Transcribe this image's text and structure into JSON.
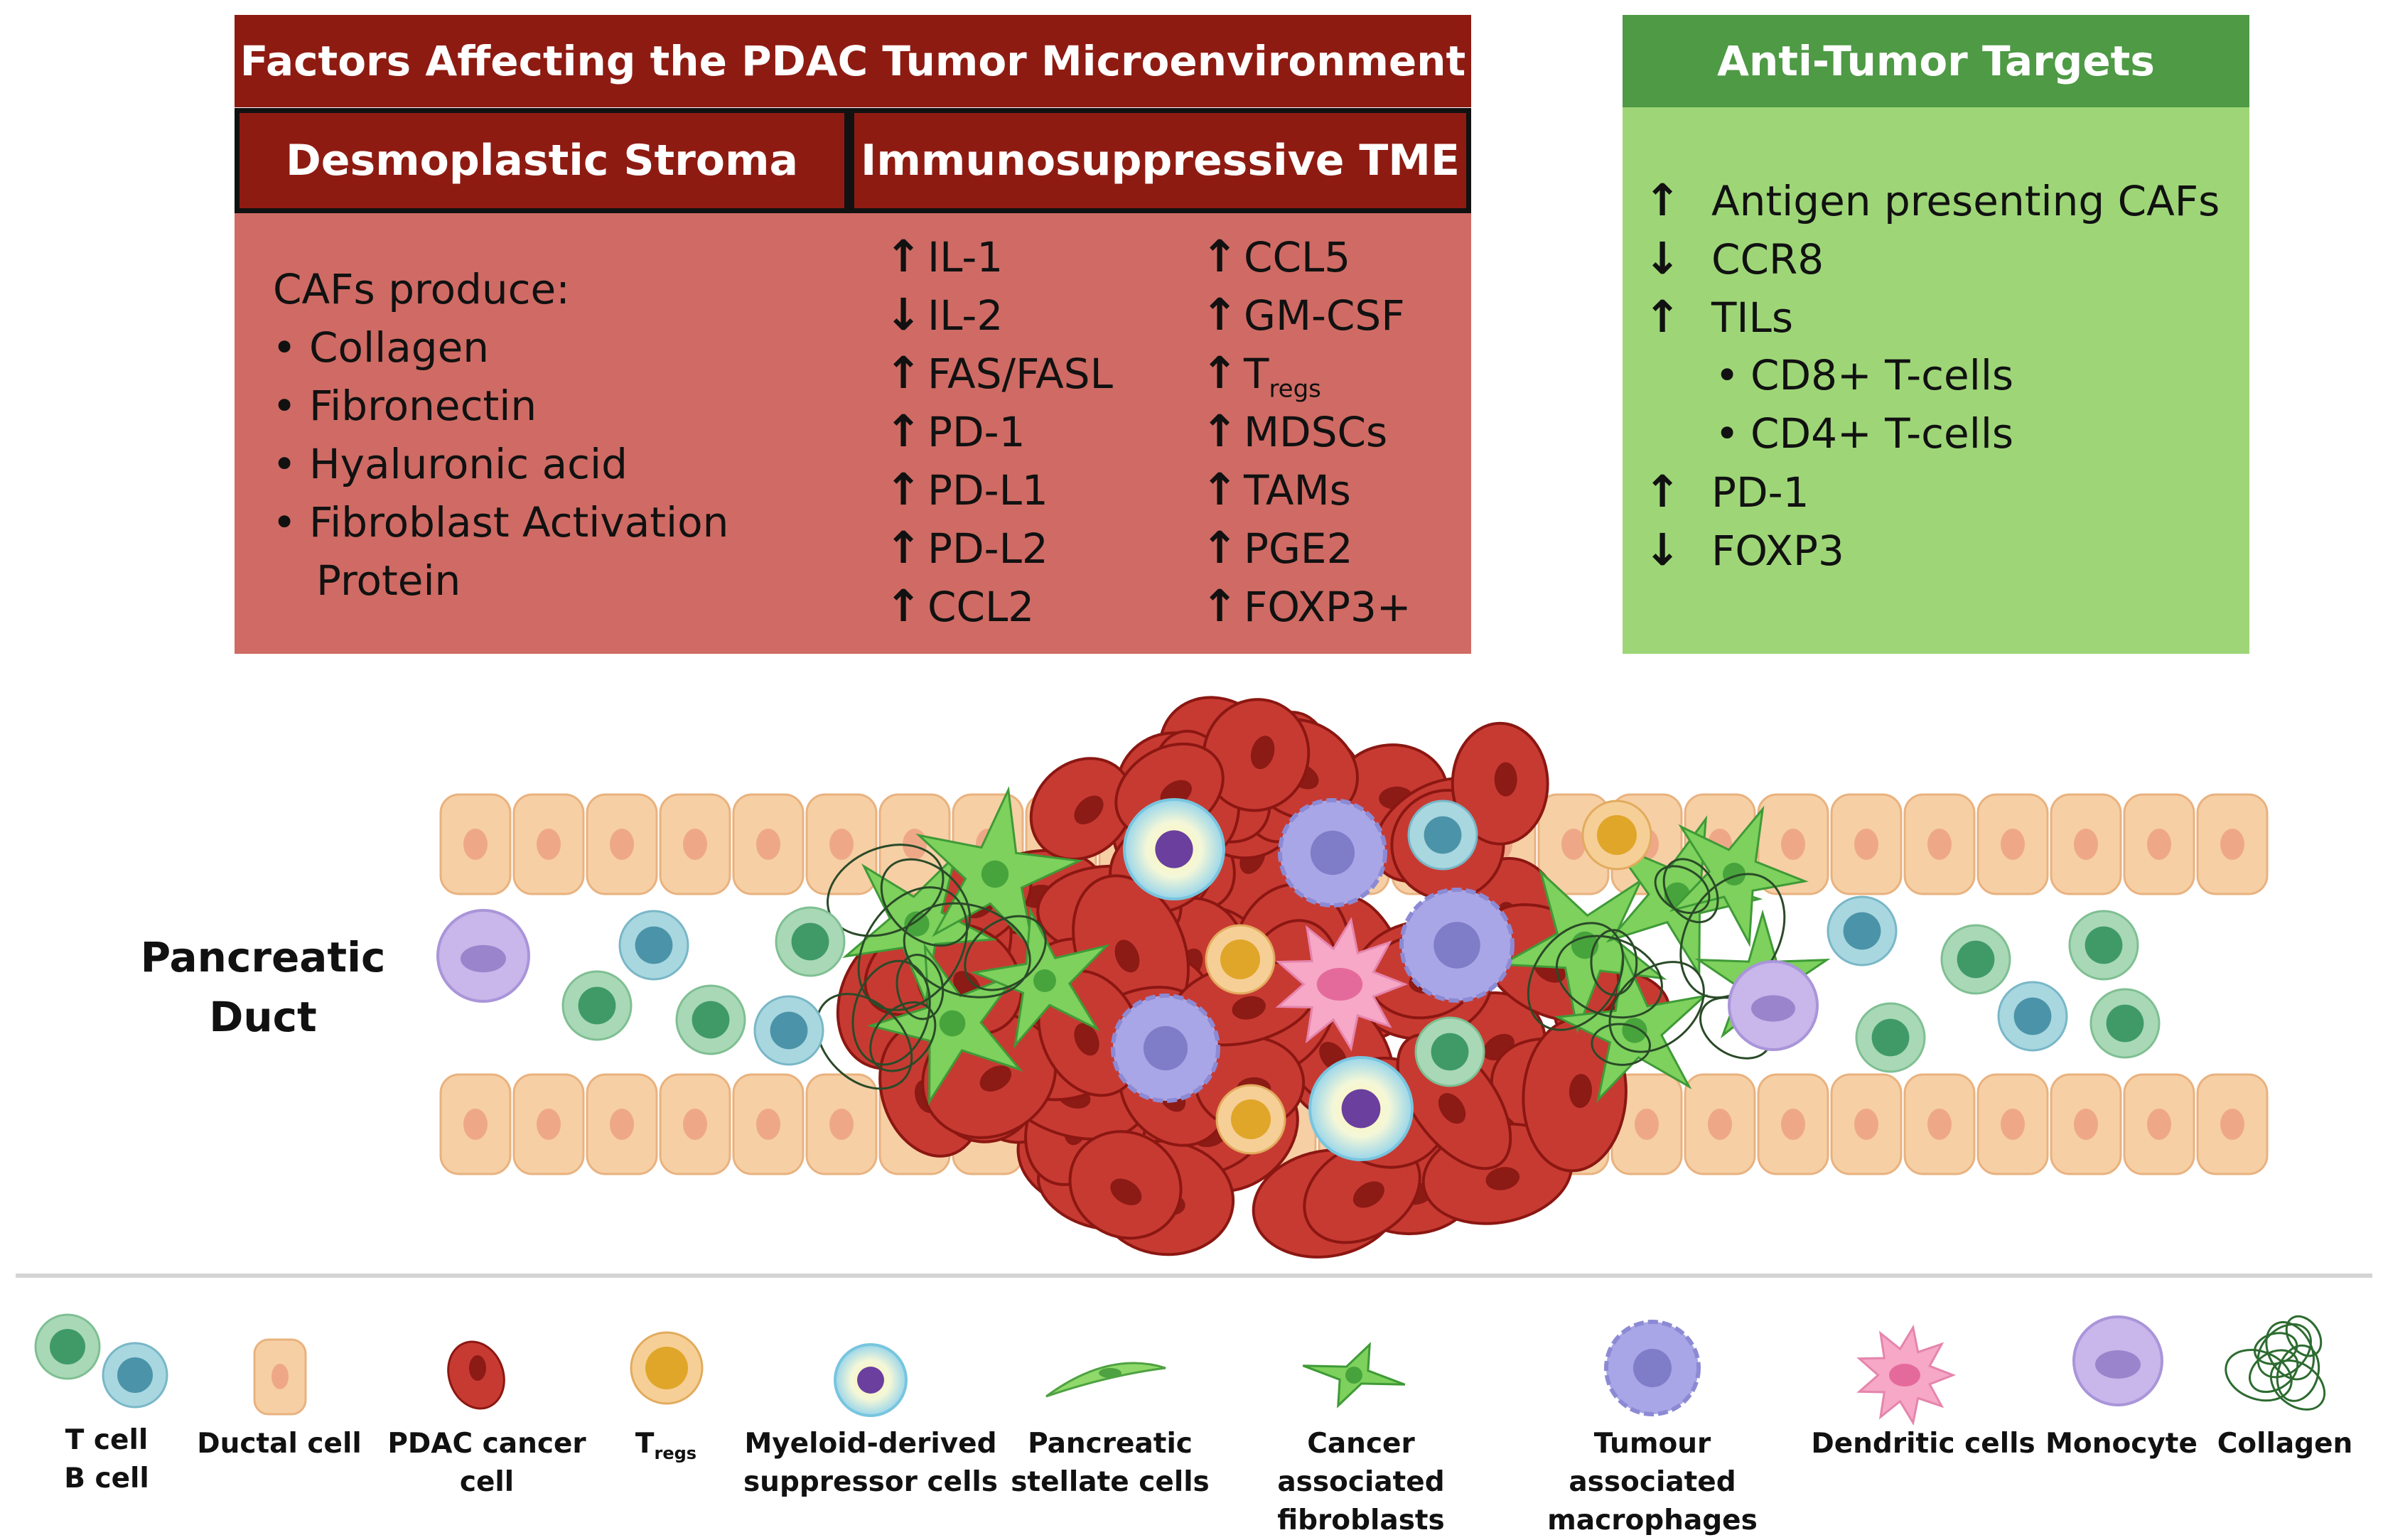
{
  "factors": {
    "title": "Factors Affecting the PDAC Tumor Microenvironment",
    "stroma": {
      "heading": "Desmoplastic Stroma",
      "intro": "CAFs produce:",
      "items": [
        "Collagen",
        "Fibronectin",
        "Hyaluronic acid",
        "Fibroblast Activation",
        "Protein"
      ]
    },
    "immuno": {
      "heading": "Immunosuppressive TME",
      "col1": [
        {
          "dir": "up",
          "label": "IL-1"
        },
        {
          "dir": "down",
          "label": "IL-2"
        },
        {
          "dir": "up",
          "label": "FAS/FASL"
        },
        {
          "dir": "up",
          "label": "PD-1"
        },
        {
          "dir": "up",
          "label": "PD-L1"
        },
        {
          "dir": "up",
          "label": "PD-L2"
        },
        {
          "dir": "up",
          "label": "CCL2"
        }
      ],
      "col2": [
        {
          "dir": "up",
          "label": "CCL5"
        },
        {
          "dir": "up",
          "label": "GM-CSF"
        },
        {
          "dir": "up",
          "label": "T",
          "sub": "regs"
        },
        {
          "dir": "up",
          "label": "MDSCs"
        },
        {
          "dir": "up",
          "label": "TAMs"
        },
        {
          "dir": "up",
          "label": "PGE2"
        },
        {
          "dir": "up",
          "label": "FOXP3+"
        }
      ]
    }
  },
  "anti": {
    "title": "Anti-Tumor Targets",
    "items": [
      {
        "dir": "up",
        "label": "Antigen presenting CAFs"
      },
      {
        "dir": "down",
        "label": "CCR8"
      },
      {
        "dir": "up",
        "label": "TILs"
      },
      {
        "dir": "none",
        "label": "CD8+ T-cells"
      },
      {
        "dir": "none",
        "label": "CD4+ T-cells"
      },
      {
        "dir": "up",
        "label": "PD-1"
      },
      {
        "dir": "down",
        "label": "FOXP3"
      }
    ]
  },
  "diagram": {
    "duct_label": [
      "Pancreatic",
      "Duct"
    ]
  },
  "legend": [
    {
      "line1": "T cell",
      "line2": "B cell"
    },
    {
      "line1": "Ductal cell",
      "line2": ""
    },
    {
      "line1": "PDAC cancer",
      "line2": "cell"
    },
    {
      "line1": "T",
      "sub": "regs"
    },
    {
      "line1": "Myeloid-derived",
      "line2": "suppressor cells"
    },
    {
      "line1": "Pancreatic",
      "line2": "stellate cells"
    },
    {
      "line1": "Cancer associated",
      "line2": "fibroblasts"
    },
    {
      "line1": "Tumour associated",
      "line2": "macrophages"
    },
    {
      "line1": "Dendritic cells",
      "line2": ""
    },
    {
      "line1": "Monocyte",
      "line2": ""
    },
    {
      "line1": "Collagen",
      "line2": ""
    }
  ],
  "colors": {
    "dark_red": "#8e1b12",
    "salmon": "#cf6b64",
    "green_dark": "#4e9a45",
    "green_light": "#9ed677",
    "ductal": "#f6cfa5",
    "cancer": "#c23a31"
  }
}
